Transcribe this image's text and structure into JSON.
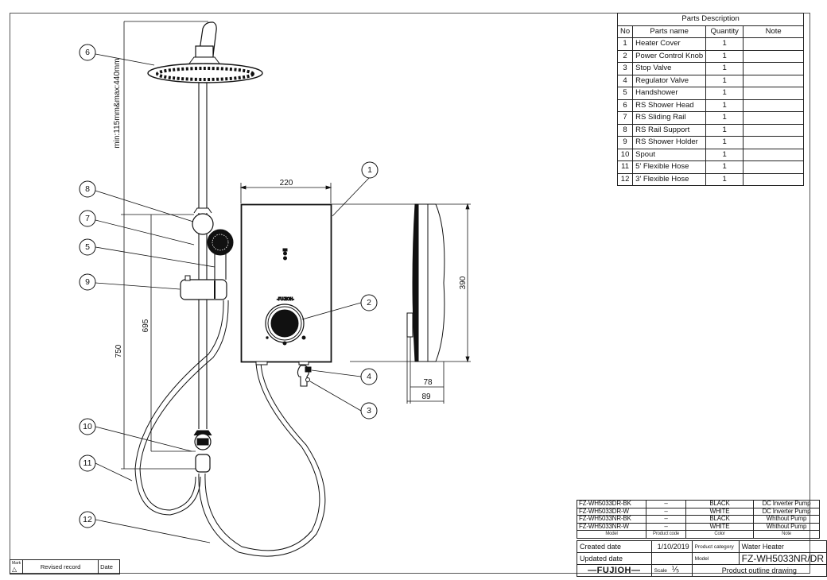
{
  "parts_table": {
    "title": "Parts Description",
    "headers": {
      "no": "No",
      "name": "Parts name",
      "quantity": "Quantity",
      "note": "Note"
    },
    "rows": [
      {
        "no": "1",
        "name": "Heater Cover",
        "quantity": "1",
        "note": ""
      },
      {
        "no": "2",
        "name": "Power Control Knob",
        "quantity": "1",
        "note": ""
      },
      {
        "no": "3",
        "name": "Stop Valve",
        "quantity": "1",
        "note": ""
      },
      {
        "no": "4",
        "name": "Regulator Valve",
        "quantity": "1",
        "note": ""
      },
      {
        "no": "5",
        "name": "Handshower",
        "quantity": "1",
        "note": ""
      },
      {
        "no": "6",
        "name": "RS Shower Head",
        "quantity": "1",
        "note": ""
      },
      {
        "no": "7",
        "name": "RS Sliding Rail",
        "quantity": "1",
        "note": ""
      },
      {
        "no": "8",
        "name": "RS Rail Support",
        "quantity": "1",
        "note": ""
      },
      {
        "no": "9",
        "name": "RS Shower Holder",
        "quantity": "1",
        "note": ""
      },
      {
        "no": "10",
        "name": "Spout",
        "quantity": "1",
        "note": ""
      },
      {
        "no": "11",
        "name": "5' Flexible Hose",
        "quantity": "1",
        "note": ""
      },
      {
        "no": "12",
        "name": "3' Flexible Hose",
        "quantity": "1",
        "note": ""
      }
    ]
  },
  "model_table": {
    "rows": [
      {
        "model": "FZ-WH5033DR-BK",
        "product_code": "–",
        "color": "BLACK",
        "note": "DC Inverter Pump"
      },
      {
        "model": "FZ-WH5033DR-W",
        "product_code": "–",
        "color": "WHITE",
        "note": "DC Inverter Pump"
      },
      {
        "model": "FZ-WH5033NR-BK",
        "product_code": "–",
        "color": "BLACK",
        "note": "Whthout Pump"
      },
      {
        "model": "FZ-WH5033NR-W",
        "product_code": "–",
        "color": "WHITE",
        "note": "Whthout Pump"
      }
    ],
    "headers": {
      "model": "Model",
      "product_code": "Product code",
      "color": "Color",
      "note": "Note"
    }
  },
  "title_block": {
    "created_label": "Created date",
    "created_value": "1/10/2019",
    "category_label": "Product category",
    "category_value": "Water Heater",
    "updated_label": "Updated date",
    "updated_value": "",
    "model_label": "Model",
    "model_value": "FZ-WH5033NR/DR",
    "brand": "—FUJIOH—",
    "scale_label": "Scale",
    "scale_value": "⅕",
    "drawing_type": "Product outline drawing"
  },
  "revision_block": {
    "mark_label": "Mark",
    "mark_symbol": "△",
    "record_label": "Revised record",
    "date_label": "Date"
  },
  "dimensions": {
    "head_height_range": "min:115mm&max:440mm",
    "rail_height": "750",
    "holder_height": "695",
    "heater_width": "220",
    "heater_height": "390",
    "heater_depth_body": "78",
    "heater_depth_total": "89"
  },
  "heater": {
    "brand_mark": "-FUJIOH-"
  },
  "balloons": [
    "1",
    "2",
    "3",
    "4",
    "5",
    "6",
    "7",
    "8",
    "9",
    "10",
    "11",
    "12"
  ]
}
